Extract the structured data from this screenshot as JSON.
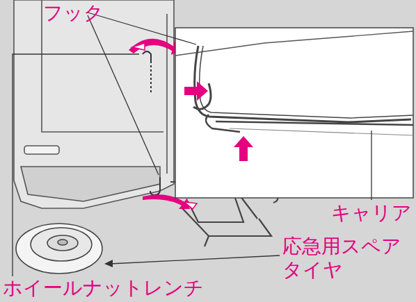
{
  "diagram": {
    "labels": [
      "フック",
      "キャリア",
      "応急用スペア タイヤ",
      "ホイールナットレンチ"
    ]
  }
}
